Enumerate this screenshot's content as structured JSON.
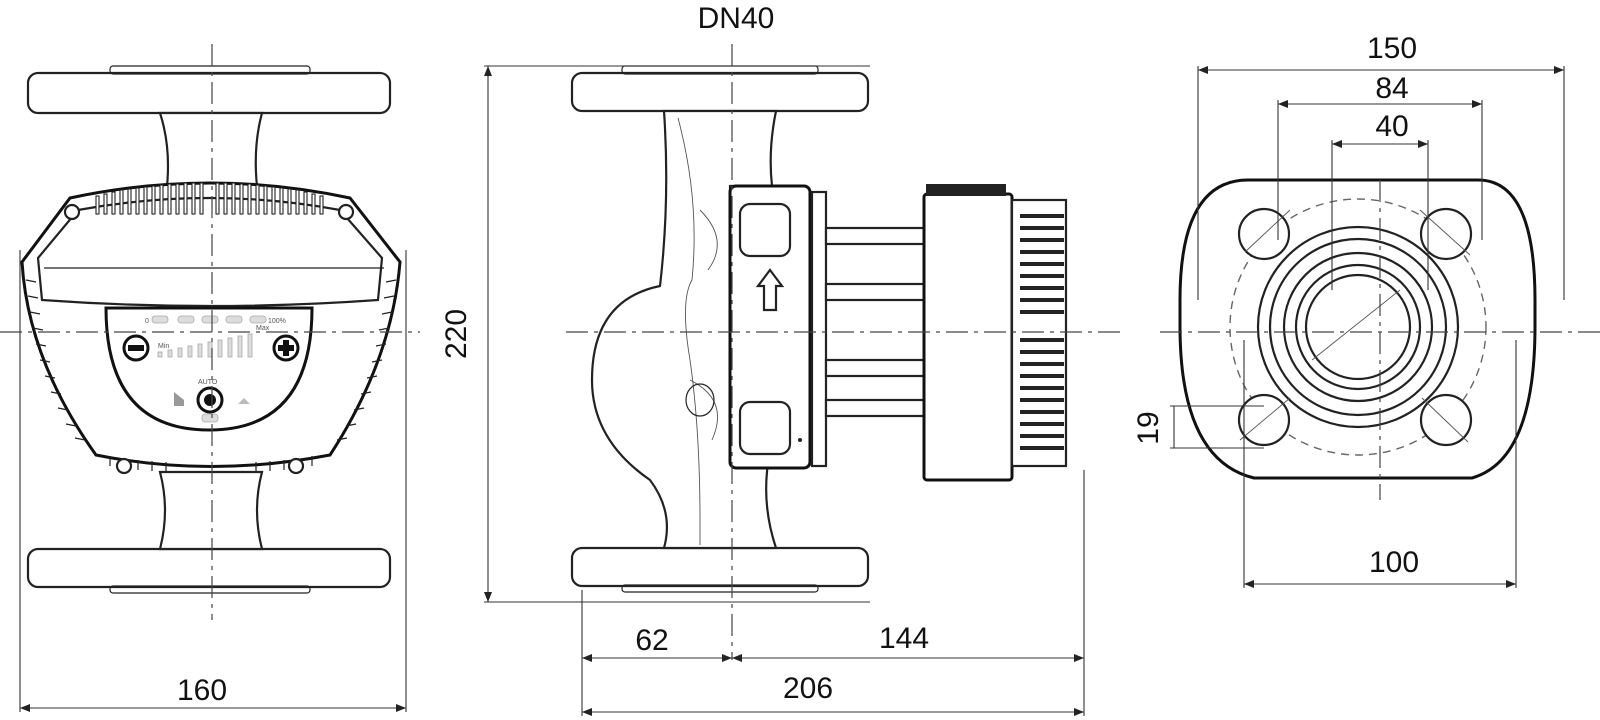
{
  "views": {
    "front": {
      "width_label": "160"
    },
    "side": {
      "connection_label": "DN40",
      "height_label": "220",
      "inlet_offset_label": "62",
      "motor_length_label": "144",
      "total_length_label": "206"
    },
    "flange": {
      "outer_width_label": "150",
      "bore_ring_label": "84",
      "bore_label": "40",
      "bolt_circle_label": "100",
      "bolt_hole_label": "19"
    }
  },
  "panel": {
    "auto_label": "AUTO",
    "min_label": "Min",
    "max_label": "Max",
    "percent_label": "100%",
    "zero_label": "0"
  },
  "colors": {
    "line": "#222222",
    "background": "#ffffff"
  }
}
